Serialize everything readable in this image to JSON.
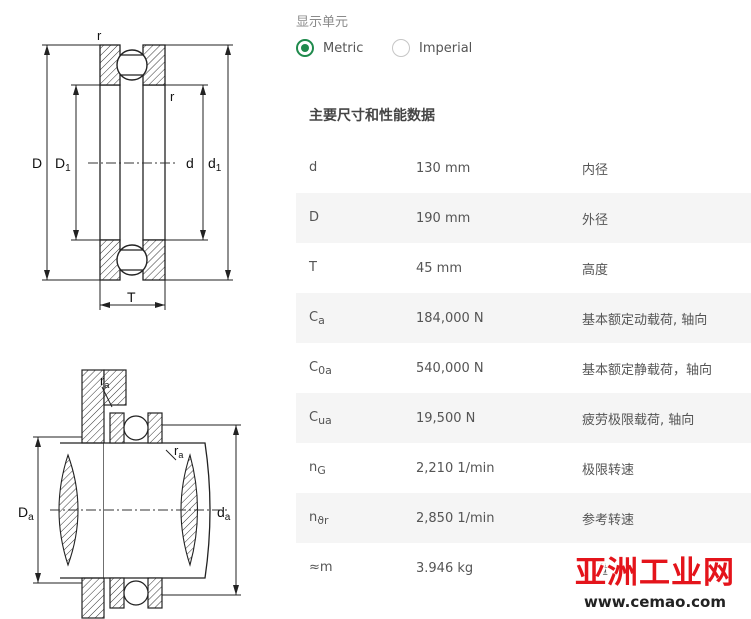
{
  "drawing_top": {
    "labels": {
      "D": "D",
      "D1": "D",
      "D1_sub": "1",
      "d": "d",
      "d1": "d",
      "d1_sub": "1",
      "T": "T",
      "r_top": "r",
      "r_right": "r"
    }
  },
  "drawing_bottom": {
    "labels": {
      "Da": "D",
      "Da_sub": "a",
      "da": "d",
      "da_sub": "a",
      "ra_top": "r",
      "ra_top_sub": "a",
      "ra_right": "r",
      "ra_right_sub": "a"
    }
  },
  "units": {
    "label": "显示单元",
    "options": [
      {
        "label": "Metric",
        "selected": true
      },
      {
        "label": "Imperial",
        "selected": false
      }
    ]
  },
  "section": {
    "title": "主要尺寸和性能数据"
  },
  "table": {
    "rows": [
      {
        "sym": "d",
        "sub": "",
        "value": "130 mm",
        "desc": "内径"
      },
      {
        "sym": "D",
        "sub": "",
        "value": "190 mm",
        "desc": "外径"
      },
      {
        "sym": "T",
        "sub": "",
        "value": "45 mm",
        "desc": "高度"
      },
      {
        "sym": "C",
        "sub": "a",
        "value": "184,000 N",
        "desc": "基本额定动载荷, 轴向"
      },
      {
        "sym": "C",
        "sub": "0a",
        "value": "540,000 N",
        "desc": "基本额定静载荷，轴向"
      },
      {
        "sym": "C",
        "sub": "ua",
        "value": "19,500 N",
        "desc": "疲劳极限载荷, 轴向"
      },
      {
        "sym": "n",
        "sub": "G",
        "value": "2,210 1/min",
        "desc": "极限转速"
      },
      {
        "sym": "n",
        "sub": "ϑr",
        "value": "2,850 1/min",
        "desc": "参考转速"
      },
      {
        "sym": "≈m",
        "sub": "",
        "value": "3.946 kg",
        "desc": "重量"
      }
    ]
  },
  "watermark": {
    "text": "亚洲工业网",
    "url": "www.cemao.com",
    "color": "#e4141b"
  }
}
